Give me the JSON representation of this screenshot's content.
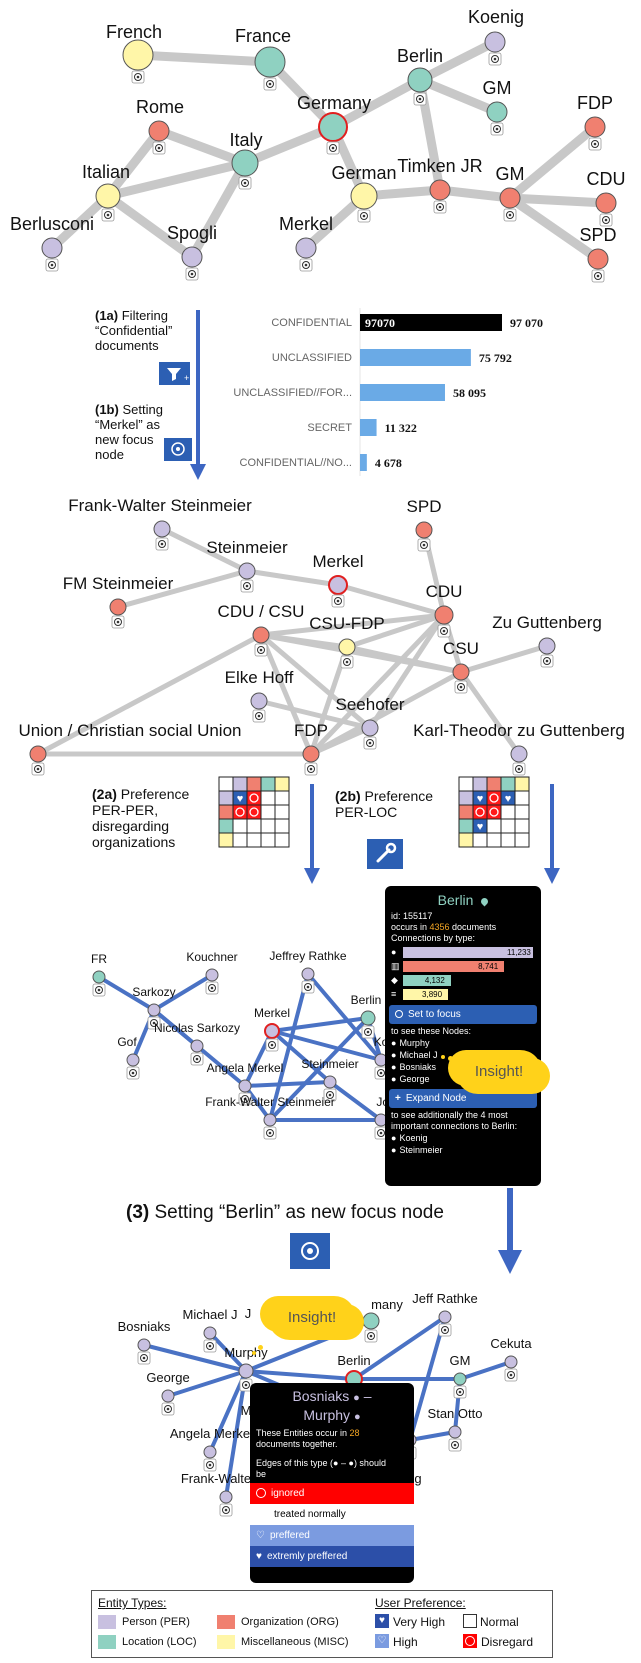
{
  "colors": {
    "person": "#c8c0e0",
    "location": "#8fd1c1",
    "organization": "#f08070",
    "misc": "#fff6a8",
    "edge_gray": "#c8c8c8",
    "edge_blue": "#4a72c4",
    "arrow_blue": "#3d66c2",
    "button_blue": "#2c5fb3",
    "bar_blue": "#6aaae6",
    "panel_bg": "#000000",
    "insight_yellow": "#ffd21a"
  },
  "graph1": {
    "labels": {
      "french": "French",
      "france": "France",
      "koenig": "Koenig",
      "berlin": "Berlin",
      "gm": "GM",
      "rome": "Rome",
      "germany": "Germany",
      "fdp": "FDP",
      "italy": "Italy",
      "italian": "Italian",
      "german": "German",
      "timken": "Timken JR",
      "gm2": "GM",
      "cdu": "CDU",
      "berlusconi": "Berlusconi",
      "spogli": "Spogli",
      "merkel": "Merkel",
      "spd": "SPD"
    }
  },
  "steps": {
    "s1a_num": "(1a)",
    "s1a_l1": " Filtering",
    "s1a_l2": "“Confidential”",
    "s1a_l3": "documents",
    "s1b_num": "(1b)",
    "s1b_l1": " Setting",
    "s1b_l2": "“Merkel” as",
    "s1b_l3": "new focus",
    "s1b_l4": "node",
    "s2a_num": "(2a)",
    "s2a_l1": " Preference",
    "s2a_l2": "PER-PER,",
    "s2a_l3": "disregarding",
    "s2a_l4": "organizations",
    "s2b_num": "(2b)",
    "s2b_l1": " Preference",
    "s2b_l2": "PER-LOC",
    "s3_num": "(3)",
    "s3_text": " Setting “Berlin” as  new focus  node"
  },
  "chart_data": {
    "type": "bar",
    "categories": [
      "CONFIDENTIAL",
      "UNCLASSIFIED",
      "UNCLASSIFIED//FOR...",
      "SECRET",
      "CONFIDENTIAL//NO..."
    ],
    "values": [
      97070,
      75792,
      58095,
      11322,
      4678
    ],
    "value_labels": [
      "97 070",
      "75 792",
      "58 095",
      "11 322",
      "4 678"
    ],
    "selected_label": "97070",
    "selected_index": 0
  },
  "graph2": {
    "labels": {
      "fws": "Frank-Walter Steinmeier",
      "spd": "SPD",
      "steinmeier": "Steinmeier",
      "merkel": "Merkel",
      "fm": "FM Steinmeier",
      "cdu": "CDU",
      "cducsu": "CDU / CSU",
      "csufdp": "CSU-FDP",
      "zug": "Zu Guttenberg",
      "csu": "CSU",
      "elke": "Elke Hoff",
      "seehofer": "Seehofer",
      "union": "Union / Christian social Union",
      "fdp": "FDP",
      "ktg": "Karl-Theodor zu Guttenberg"
    }
  },
  "graph3": {
    "labels": {
      "fr": "FR",
      "kouchner": "Kouchner",
      "jeffrey": "Jeffrey Rathke",
      "sarkozy": "Sarkozy",
      "berlin": "Berlin",
      "nsarkozy": "Nicolas Sarkozy",
      "merkel": "Merkel",
      "gof": "Gof",
      "ko": "Ko",
      "angela": "Angela Merkel",
      "steinmeier": "Steinmeier",
      "fws": "Frank-Walter Steinmeier",
      "john": "John K"
    }
  },
  "berlin_panel": {
    "title": "Berlin",
    "id_line": "id: 155117",
    "occurs_pre": "occurs in ",
    "occurs_num": "4356",
    "occurs_post": " documents",
    "conn_title": "Connections by type:",
    "conn": [
      {
        "type": "person",
        "value": 11233,
        "label": "11,233"
      },
      {
        "type": "organization",
        "value": 8741,
        "label": "8,741"
      },
      {
        "type": "location",
        "value": 4132,
        "label": "4,132"
      },
      {
        "type": "misc",
        "value": 3890,
        "label": "3,890"
      }
    ],
    "focus_button": "Set to focus",
    "see_nodes": "to see these Nodes:",
    "nodes": [
      "Murphy",
      "Michael J",
      "Bosniaks",
      "George"
    ],
    "expand_button": "Expand Node",
    "expand_desc1": "to see additionally the 4 most",
    "expand_desc2": "important connections to Berlin:",
    "expand_nodes": [
      "Koenig",
      "Steinmeier"
    ],
    "insight": "Insight!"
  },
  "graph4": {
    "labels": {
      "michael": "Michael J",
      "jay": "J",
      "germany": "many",
      "jeff": "Jeff Rathke",
      "bosniaks": "Bosniaks",
      "cekuta": "Cekuta",
      "murphy": "Murphy",
      "berlin": "Berlin",
      "gm": "GM",
      "george": "George",
      "m": "M",
      "stan": "Stan Otto",
      "angela": "Angela Merke",
      "fws": "Frank-Walte",
      "g": "g"
    },
    "insight": "Insight!"
  },
  "pair_panel": {
    "title1": "Bosniaks",
    "dash": "–",
    "title2": "Murphy",
    "occ_pre": "These Entities occur in ",
    "occ_num": "28",
    "occ_post": "documents together.",
    "edges_pre": "Edges of this type (",
    "edges_mid": " – ",
    "edges_post": ") should",
    "edges_be": "be",
    "options": [
      "ignored",
      "treated normally",
      "preffered",
      "extremly preffered"
    ]
  },
  "legend": {
    "entity_title": "Entity Types:",
    "person": "Person (PER)",
    "organization": "Organization (ORG)",
    "location": "Location (LOC)",
    "misc": "Miscellaneous (MISC)",
    "pref_title": "User Preference:",
    "very_high": "Very High",
    "normal": "Normal",
    "high": "High",
    "disregard": "Disregard"
  }
}
